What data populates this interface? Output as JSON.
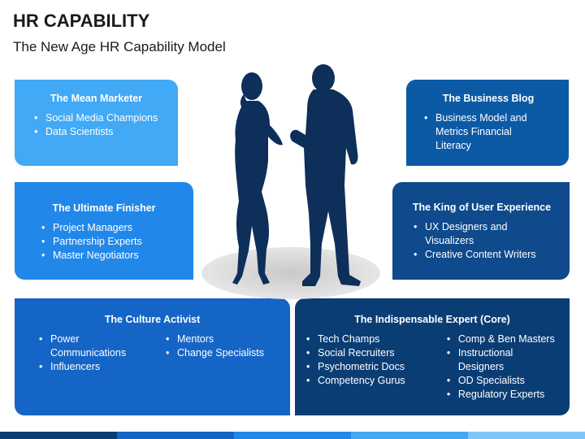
{
  "title": "HR CAPABILITY",
  "subtitle": "The New Age HR Capability Model",
  "cards": {
    "mean_marketer": {
      "heading": "The Mean Marketer",
      "items": [
        "Social Media Champions",
        "Data Scientists"
      ]
    },
    "ultimate_finisher": {
      "heading": "The Ultimate Finisher",
      "items": [
        "Project Managers",
        "Partnership Experts",
        "Master Negotiators"
      ]
    },
    "culture_activist": {
      "heading": "The Culture Activist",
      "col1": [
        "Power Communications",
        "Influencers"
      ],
      "col2": [
        "Mentors",
        "Change Specialists"
      ]
    },
    "business_blog": {
      "heading": "The Business Blog",
      "items": [
        "Business Model and Metrics Financial Literacy"
      ]
    },
    "king_ux": {
      "heading": "The King of User Experience",
      "items": [
        "UX Designers and Visualizers",
        "Creative Content Writers"
      ]
    },
    "indispensable_expert": {
      "heading": "The Indispensable Expert (Core)",
      "col1": [
        "Tech Champs",
        "Social Recruiters",
        "Psychometric Docs",
        "Competency Gurus"
      ],
      "col2": [
        "Comp & Ben Masters",
        "Instructional Designers",
        "OD Specialists",
        "Regulatory Experts"
      ]
    }
  },
  "colors": {
    "card1": "#41a9f5",
    "card2": "#2188ea",
    "card3": "#1565c7",
    "card4": "#0c5aa6",
    "card5": "#0e4a8c",
    "card6": "#0b3d75",
    "silhouette": "#0d2f5a"
  }
}
